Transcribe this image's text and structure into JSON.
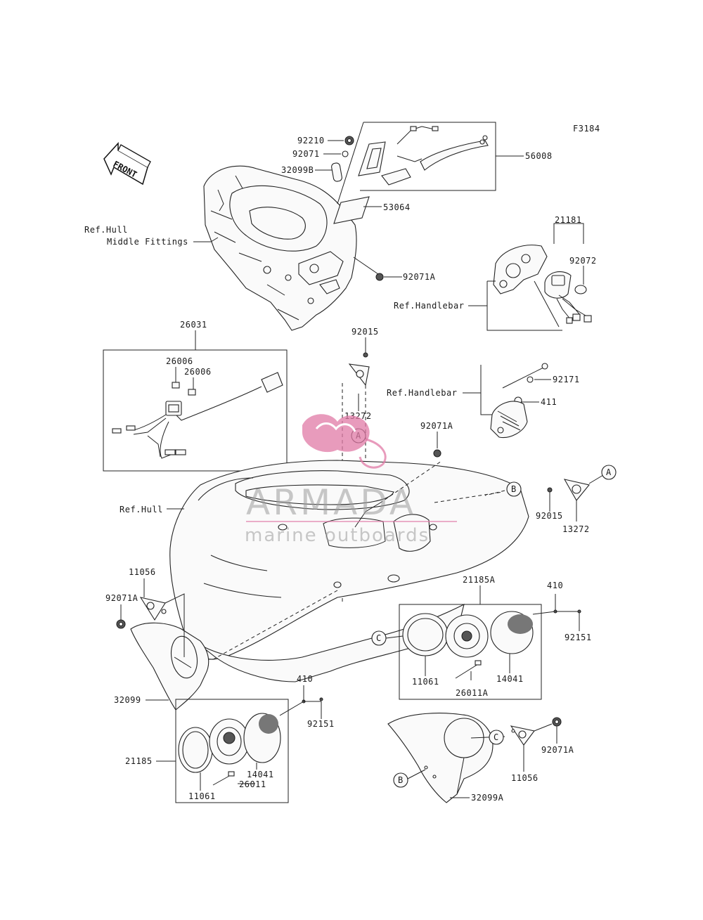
{
  "figure_code": "F3184",
  "front_label": "FRONT",
  "watermark": {
    "brand": "ARMADA",
    "tagline": "marine outboards"
  },
  "parts": {
    "p92210": "92210",
    "p92071": "92071",
    "p32099B": "32099B",
    "p56008": "56008",
    "p53064": "53064",
    "p92071A_top": "92071A",
    "p21181": "21181",
    "p92072": "92072",
    "p26031": "26031",
    "p26006_a": "26006",
    "p26006_b": "26006",
    "p92015_top": "92015",
    "p13272_top": "13272",
    "p92171": "92171",
    "p411": "411",
    "p92071A_mid": "92071A",
    "p92015_right": "92015",
    "p13272_right": "13272",
    "p11056_left": "11056",
    "p92071A_left": "92071A",
    "p21185A": "21185A",
    "p410_right": "410",
    "p92151_right": "92151",
    "p11061_right": "11061",
    "p26011A": "26011A",
    "p14041_right": "14041",
    "p32099": "32099",
    "p410_bottom": "410",
    "p92151_bottom": "92151",
    "p21185": "21185",
    "p14041_bottom": "14041",
    "p26011": "26011",
    "p11061_bottom": "11061",
    "p92071A_bottom": "92071A",
    "p11056_bottom": "11056",
    "p32099A": "32099A"
  },
  "refs": {
    "hull_middle_1": "Ref.Hull",
    "hull_middle_2": "Middle Fittings",
    "handlebar_1": "Ref.Handlebar",
    "handlebar_2": "Ref.Handlebar",
    "hull": "Ref.Hull"
  },
  "callouts": {
    "A_top": "A",
    "A_right": "A",
    "B_right": "B",
    "B_bottom": "B",
    "C_right": "C",
    "C_bottom": "C"
  },
  "colors": {
    "line": "#222222",
    "watermark_accent": "#e07aa6",
    "watermark_text": "#9a9a9a"
  }
}
